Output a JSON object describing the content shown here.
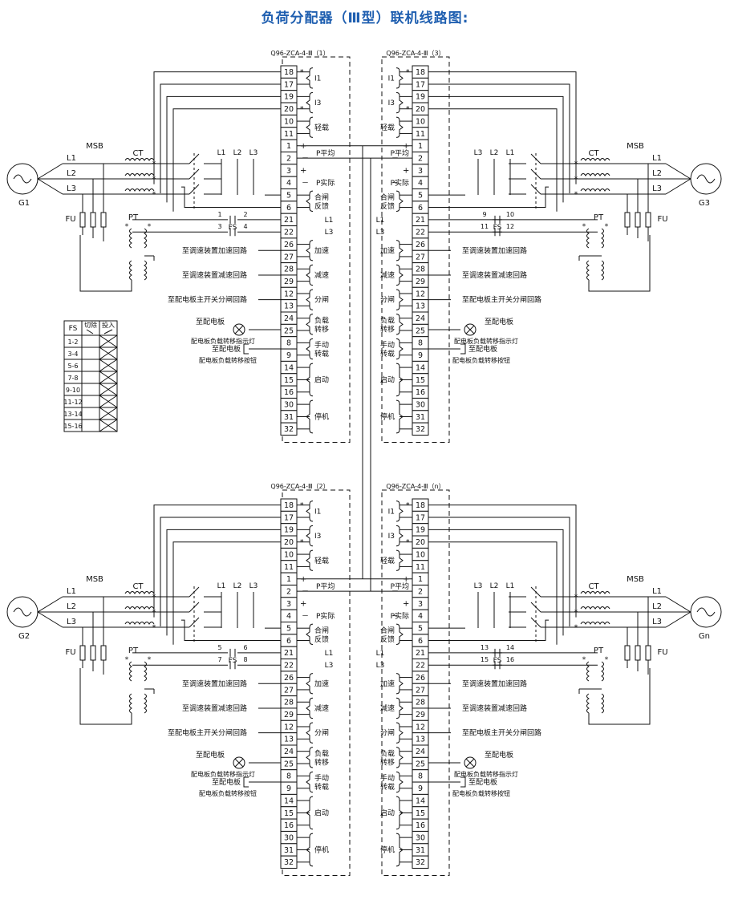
{
  "title": "负荷分配器（Ⅲ型）联机线路图:",
  "modules": [
    {
      "label": "Q96-ZCA-4-Ⅲ（1）",
      "side": "left",
      "gen": "G1",
      "fs": [
        [
          "1",
          "2"
        ],
        [
          "3",
          "4"
        ]
      ]
    },
    {
      "label": "Q96-ZCA-4-Ⅲ（3）",
      "side": "right",
      "gen": "G3",
      "fs": [
        [
          "9",
          "10"
        ],
        [
          "11",
          "12"
        ]
      ]
    },
    {
      "label": "Q96-ZCA-4-Ⅲ（2）",
      "side": "left",
      "gen": "G2",
      "fs": [
        [
          "5",
          "6"
        ],
        [
          "7",
          "8"
        ]
      ]
    },
    {
      "label": "Q96-ZCA-4-Ⅲ（n）",
      "side": "right",
      "gen": "Gn",
      "fs": [
        [
          "13",
          "14"
        ],
        [
          "15",
          "16"
        ]
      ]
    }
  ],
  "terminals": [
    "18",
    "17",
    "19",
    "20",
    "10",
    "11",
    "1",
    "2",
    "3",
    "4",
    "5",
    "6",
    "21",
    "22",
    "26",
    "27",
    "28",
    "29",
    "12",
    "13",
    "24",
    "25",
    "8",
    "9",
    "14",
    "15",
    "16",
    "30",
    "31",
    "32"
  ],
  "labels": {
    "I1": "I1",
    "I3": "I3",
    "light_load": "轻载",
    "p_avg": "P平均",
    "p_actual": "P实际",
    "close_feedback_a": "合闸",
    "close_feedback_b": "反馈",
    "L1": "L1",
    "L2": "L2",
    "L3": "L3",
    "accel": "加速",
    "decel": "减速",
    "trip": "分闸",
    "load_transfer_a": "负载",
    "load_transfer_b": "转移",
    "manual_transfer_a": "手动",
    "manual_transfer_b": "转载",
    "start": "启动",
    "stop": "停机",
    "to_accel_circuit": "至调速装置加速回路",
    "to_decel_circuit": "至调速装置减速回路",
    "to_trip_circuit": "至配电板主开关分闸回路",
    "to_panel": "至配电板",
    "indicator_lamp": "配电板负载转移指示灯",
    "transfer_button": "配电板负载转移按钮",
    "MSB": "MSB",
    "CT": "CT",
    "PT": "PT",
    "FU": "FU",
    "FS": "FS",
    "plus": "+",
    "minus": "－",
    "star": "*"
  },
  "fs_table": {
    "header": [
      "FS",
      "切除",
      "投入"
    ],
    "rows": [
      "1-2",
      "3-4",
      "5-6",
      "7-8",
      "9-10",
      "11-12",
      "13-14",
      "15-16"
    ]
  }
}
